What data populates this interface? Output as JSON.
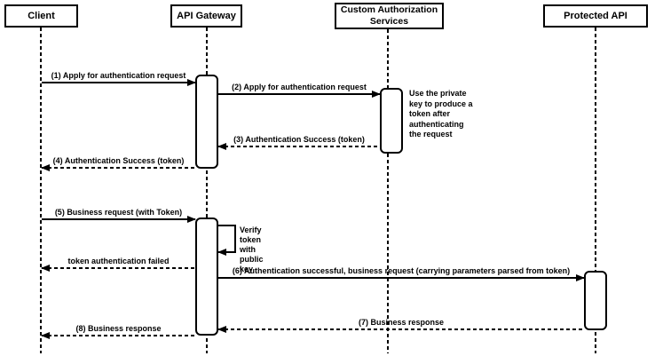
{
  "diagram": {
    "kind": "sequence-diagram",
    "colors": {
      "stroke": "#000000",
      "fill": "#ffffff",
      "text": "#000000"
    },
    "participants": [
      {
        "label": "Client"
      },
      {
        "label": "API Gateway"
      },
      {
        "label": "Custom Authorization\nServices"
      },
      {
        "label": "Protected API"
      }
    ],
    "messages": [
      {
        "label": "(1) Apply for authentication request",
        "from": "Client",
        "to": "API Gateway",
        "line": "solid"
      },
      {
        "label": "(2) Apply for authentication request",
        "from": "API Gateway",
        "to": "Custom Authorization Services",
        "line": "solid"
      },
      {
        "label": "(3) Authentication Success (token)",
        "from": "Custom Authorization Services",
        "to": "API Gateway",
        "line": "dashed"
      },
      {
        "label": "(4) Authentication Success (token)",
        "from": "API Gateway",
        "to": "Client",
        "line": "dashed"
      },
      {
        "label": "(5) Business request (with Token)",
        "from": "Client",
        "to": "API Gateway",
        "line": "solid"
      },
      {
        "label": "token authentication failed",
        "from": "API Gateway",
        "to": "Client",
        "line": "dashed"
      },
      {
        "label": "(6) Authentication successful, business request (carrying parameters parsed from token)",
        "from": "API Gateway",
        "to": "Protected API",
        "line": "solid"
      },
      {
        "label": "(7) Business response",
        "from": "Protected API",
        "to": "API Gateway",
        "line": "dashed"
      },
      {
        "label": "(8) Business response",
        "from": "API Gateway",
        "to": "Client",
        "line": "dashed"
      }
    ],
    "self_message": {
      "label": "Verify token\nwith public key",
      "on": "API Gateway"
    },
    "note": {
      "text": "Use the private\nkey to produce a\ntoken after\nauthenticating\nthe request",
      "anchor": "Custom Authorization Services"
    }
  }
}
